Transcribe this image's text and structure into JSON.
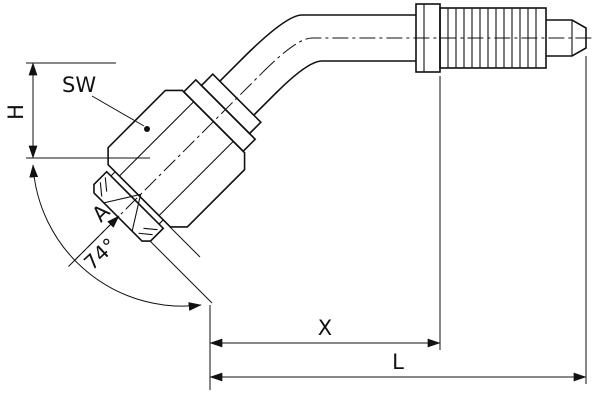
{
  "drawing": {
    "type": "technical-drawing",
    "subject": "45-degree hose fitting with hex swivel nut and hose barb",
    "colors": {
      "line": "#111111",
      "background": "#ffffff"
    },
    "labels": {
      "sw": "SW",
      "h": "H",
      "a": "A",
      "angle": "74°",
      "x": "X",
      "l": "L"
    }
  }
}
